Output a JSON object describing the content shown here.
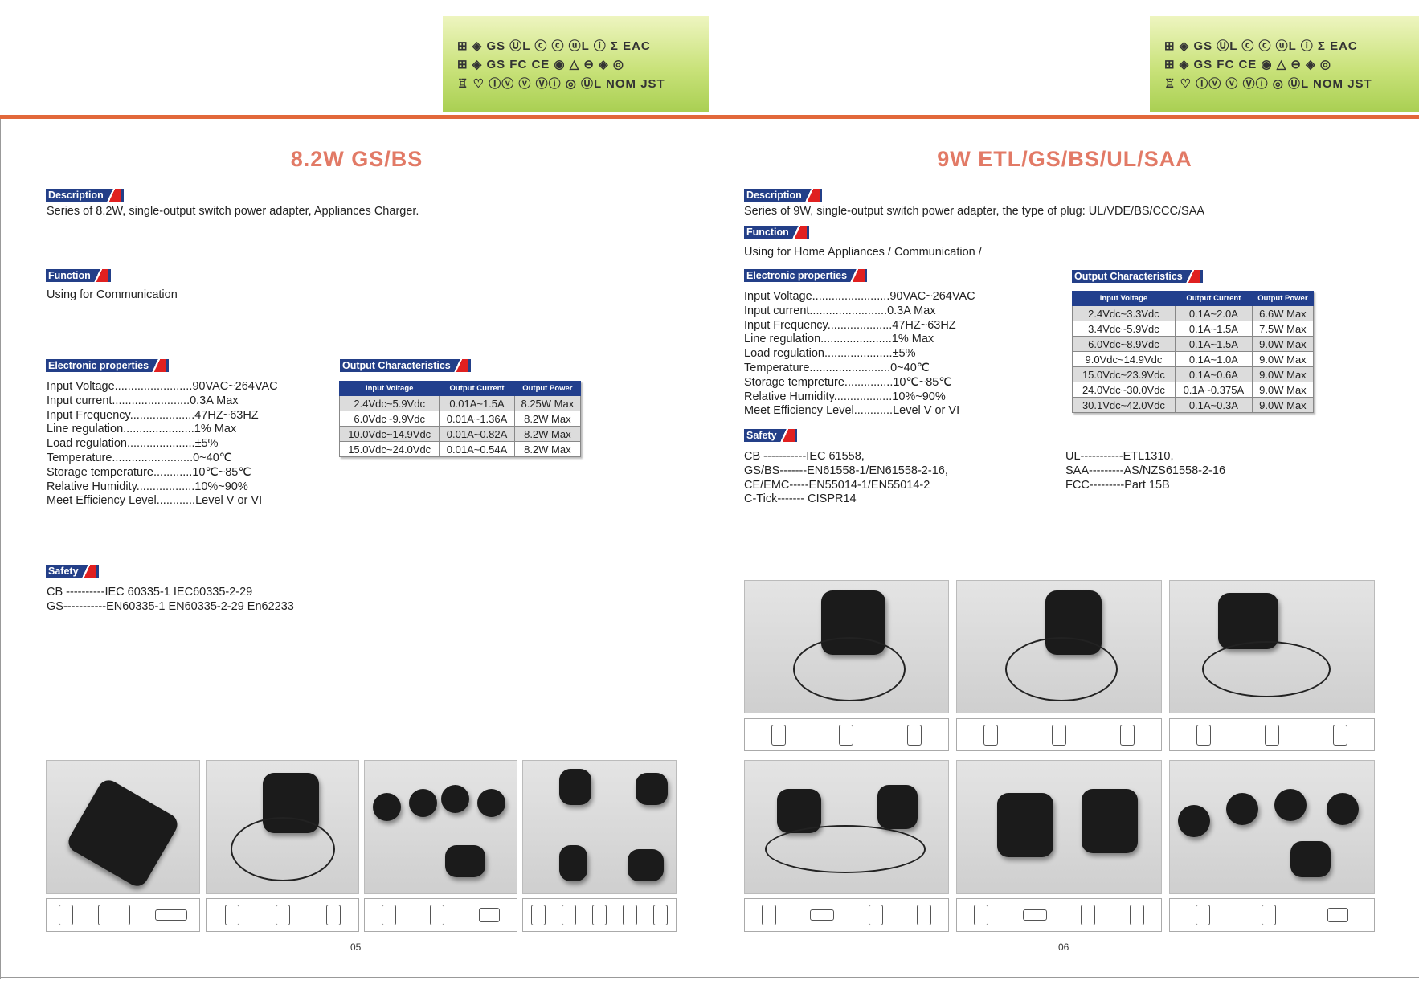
{
  "certs": {
    "row1": "⊞ ◈ GS ⓊL ⓒ ⓒ ⓤL ⓘ Σ EAC",
    "row2": "⊞ ◈ GS FC CE ◉ △ ⊖ ◈ ◎",
    "row3": "♖ ♡ Ⓘⓥ ⓥ Ⓥⓘ ◎ ⓊL NOM JST"
  },
  "left": {
    "title": "8.2W GS/BS",
    "description_label": "Description",
    "description": "Series of 8.2W,  single-output switch power adapter,  Appliances Charger.",
    "function_label": "Function",
    "function": "Using for Communication",
    "electronic_label": "Electronic properties",
    "properties": [
      "Input Voltage........................90VAC~264VAC",
      " Input current........................0.3A Max",
      "Input Frequency....................47HZ~63HZ",
      "Line regulation......................1% Max",
      "Load regulation.....................±5%",
      "Temperature.........................0~40℃",
      "Storage temperature............10℃~85℃",
      "Relative Humidity..................10%~90%",
      "Meet Efficiency Level............Level V or VI"
    ],
    "output_label": "Output Characteristics",
    "output_headers": [
      "Input Voltage",
      "Output Current",
      "Output Power"
    ],
    "output_rows": [
      [
        "2.4Vdc~5.9Vdc",
        "0.01A~1.5A",
        "8.25W Max"
      ],
      [
        "6.0Vdc~9.9Vdc",
        "0.01A~1.36A",
        "8.2W Max"
      ],
      [
        "10.0Vdc~14.9Vdc",
        "0.01A~0.82A",
        "8.2W Max"
      ],
      [
        "15.0Vdc~24.0Vdc",
        "0.01A~0.54A",
        "8.2W Max"
      ]
    ],
    "safety_label": "Safety",
    "safety": [
      "CB ----------IEC 60335-1 IEC60335-2-29",
      "GS-----------EN60335-1 EN60335-2-29  En62233"
    ],
    "page": "05"
  },
  "right": {
    "title": "9W ETL/GS/BS/UL/SAA",
    "description_label": "Description",
    "description": "Series of 9W, single-output switch power adapter, the type of plug: UL/VDE/BS/CCC/SAA",
    "function_label": "Function",
    "function": "Using for Home Appliances / Communication /",
    "electronic_label": "Electronic properties",
    "properties": [
      "Input Voltage........................90VAC~264VAC",
      " Input current........................0.3A Max",
      "Input Frequency....................47HZ~63HZ",
      "Line regulation......................1% Max",
      "Load regulation.....................±5%",
      "Temperature.........................0~40℃",
      "Storage tempreture...............10℃~85℃",
      "Relative Humidity..................10%~90%",
      "Meet Efficiency Level............Level V or VI"
    ],
    "output_label": "Output Characteristics",
    "output_headers": [
      "Input Voltage",
      "Output Current",
      "Output Power"
    ],
    "output_rows": [
      [
        "2.4Vdc~3.3Vdc",
        "0.1A~2.0A",
        "6.6W Max"
      ],
      [
        "3.4Vdc~5.9Vdc",
        "0.1A~1.5A",
        "7.5W Max"
      ],
      [
        "6.0Vdc~8.9Vdc",
        "0.1A~1.5A",
        "9.0W Max"
      ],
      [
        "9.0Vdc~14.9Vdc",
        "0.1A~1.0A",
        "9.0W Max"
      ],
      [
        "15.0Vdc~23.9Vdc",
        "0.1A~0.6A",
        "9.0W Max"
      ],
      [
        "24.0Vdc~30.0Vdc",
        "0.1A~0.375A",
        "9.0W Max"
      ],
      [
        "30.1Vdc~42.0Vdc",
        "0.1A~0.3A",
        "9.0W Max"
      ]
    ],
    "safety_label": "Safety",
    "safety_left": [
      "CB -----------IEC 61558,",
      "GS/BS-------EN61558-1/EN61558-2-16,",
      "CE/EMC-----EN55014-1/EN55014-2",
      "C-Tick------- CISPR14"
    ],
    "safety_right": [
      "UL-----------ETL1310,",
      "SAA---------AS/NZS61558-2-16",
      " FCC---------Part 15B"
    ],
    "page": "06"
  }
}
